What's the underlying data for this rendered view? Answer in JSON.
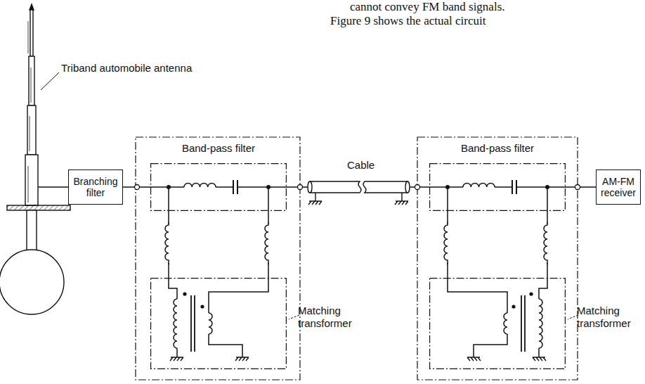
{
  "diagram": {
    "nodes": [
      {
        "text": [
          "Branching filter"
        ]
      },
      {
        "text": [
          "Band-pass filter"
        ]
      },
      {
        "text": [
          "Matching transformer"
        ]
      },
      {
        "text": [
          "Band-pass filter"
        ]
      },
      {
        "text": [
          "Matching transformer"
        ]
      },
      {
        "text": [
          "AM-FM receiver"
        ]
      }
    ],
    "edges": [
      {
        "from": 0,
        "to": 1,
        "arrow": "none"
      },
      {
        "from": 1,
        "to": 2,
        "arrow": "none"
      },
      {
        "from": 1,
        "to": 2,
        "arrow": "none"
      },
      {
        "from": 3,
        "to": 4,
        "arrow": "none"
      },
      {
        "from": 3,
        "to": 4,
        "arrow": "none"
      },
      {
        "from": 3,
        "to": 5,
        "arrow": "none"
      }
    ],
    "labels": [
      "cannot convey FM band signals.",
      "Figure 9 shows the actual circuit",
      "Triband automobile antenna",
      "Cable"
    ]
  }
}
